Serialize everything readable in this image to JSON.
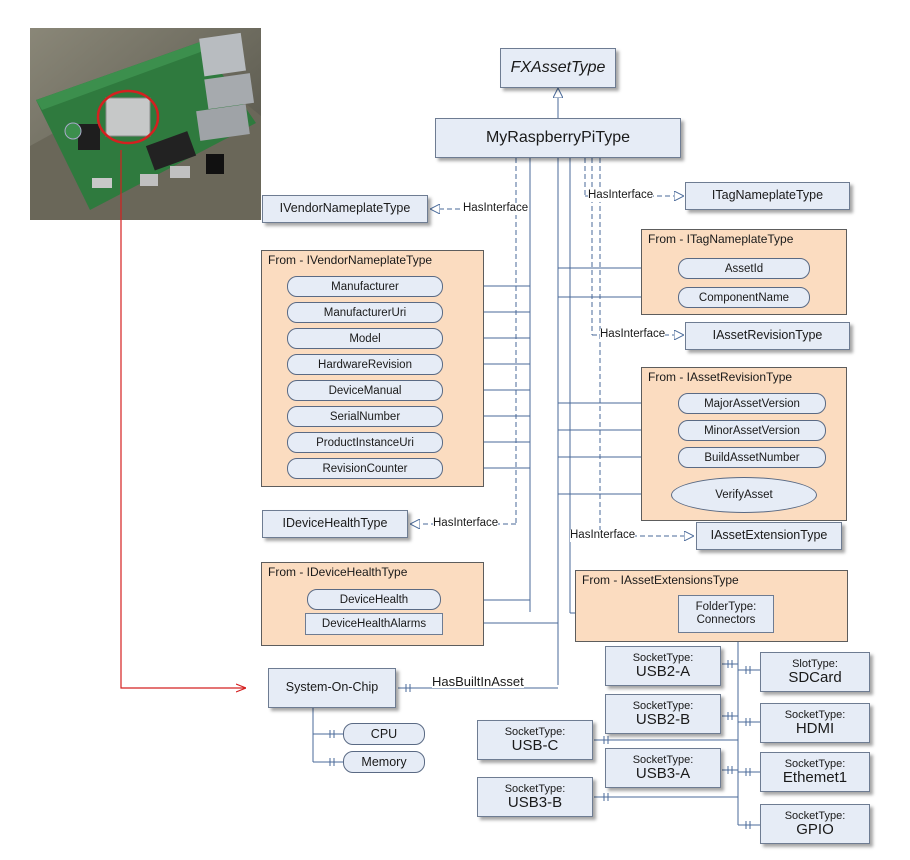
{
  "nodes": {
    "fx_asset_type": "FXAssetType",
    "main_type": "MyRaspberryPiType",
    "vendor_nameplate": "IVendorNameplateType",
    "tag_nameplate": "ITagNameplateType",
    "asset_revision": "IAssetRevisionType",
    "device_health": "IDeviceHealthType",
    "asset_extension": "IAssetExtensionType",
    "system_on_chip": "System-On-Chip",
    "folder_line1": "FolderType:",
    "folder_line2": "Connectors",
    "slot_type": "SlotType:",
    "sdcard": "SDCard"
  },
  "edge_labels": {
    "has_interface": "HasInterface",
    "has_built_in_asset": "HasBuiltInAsset"
  },
  "groups": {
    "vendor": {
      "title": "From - IVendorNameplateType",
      "items": [
        "Manufacturer",
        "ManufacturerUri",
        "Model",
        "HardwareRevision",
        "DeviceManual",
        "SerialNumber",
        "ProductInstanceUri",
        "RevisionCounter"
      ]
    },
    "tag": {
      "title": "From - ITagNameplateType",
      "items": [
        "AssetId",
        "ComponentName"
      ]
    },
    "revision": {
      "title": "From - IAssetRevisionType",
      "items": [
        "MajorAssetVersion",
        "MinorAssetVersion",
        "BuildAssetNumber",
        "VerifyAsset"
      ]
    },
    "health": {
      "title": "From - IDeviceHealthType",
      "items": [
        "DeviceHealth",
        "DeviceHealthAlarms"
      ]
    },
    "extensions": {
      "title": "From - IAssetExtensionsType"
    }
  },
  "soc_children": [
    "CPU",
    "Memory"
  ],
  "socket_type_label": "SocketType:",
  "sockets": {
    "usb2a": "USB2-A",
    "usb2b": "USB2-B",
    "usb3a": "USB3-A",
    "usbc": "USB-C",
    "usb3b": "USB3-B",
    "hdmi": "HDMI",
    "ethernet": "Ethemet1",
    "gpio": "GPIO"
  },
  "colors": {
    "box_fill": "#e6ecf6",
    "group_fill": "#fbdcc0",
    "line": "#4a6a9a",
    "highlight": "#d42020"
  }
}
